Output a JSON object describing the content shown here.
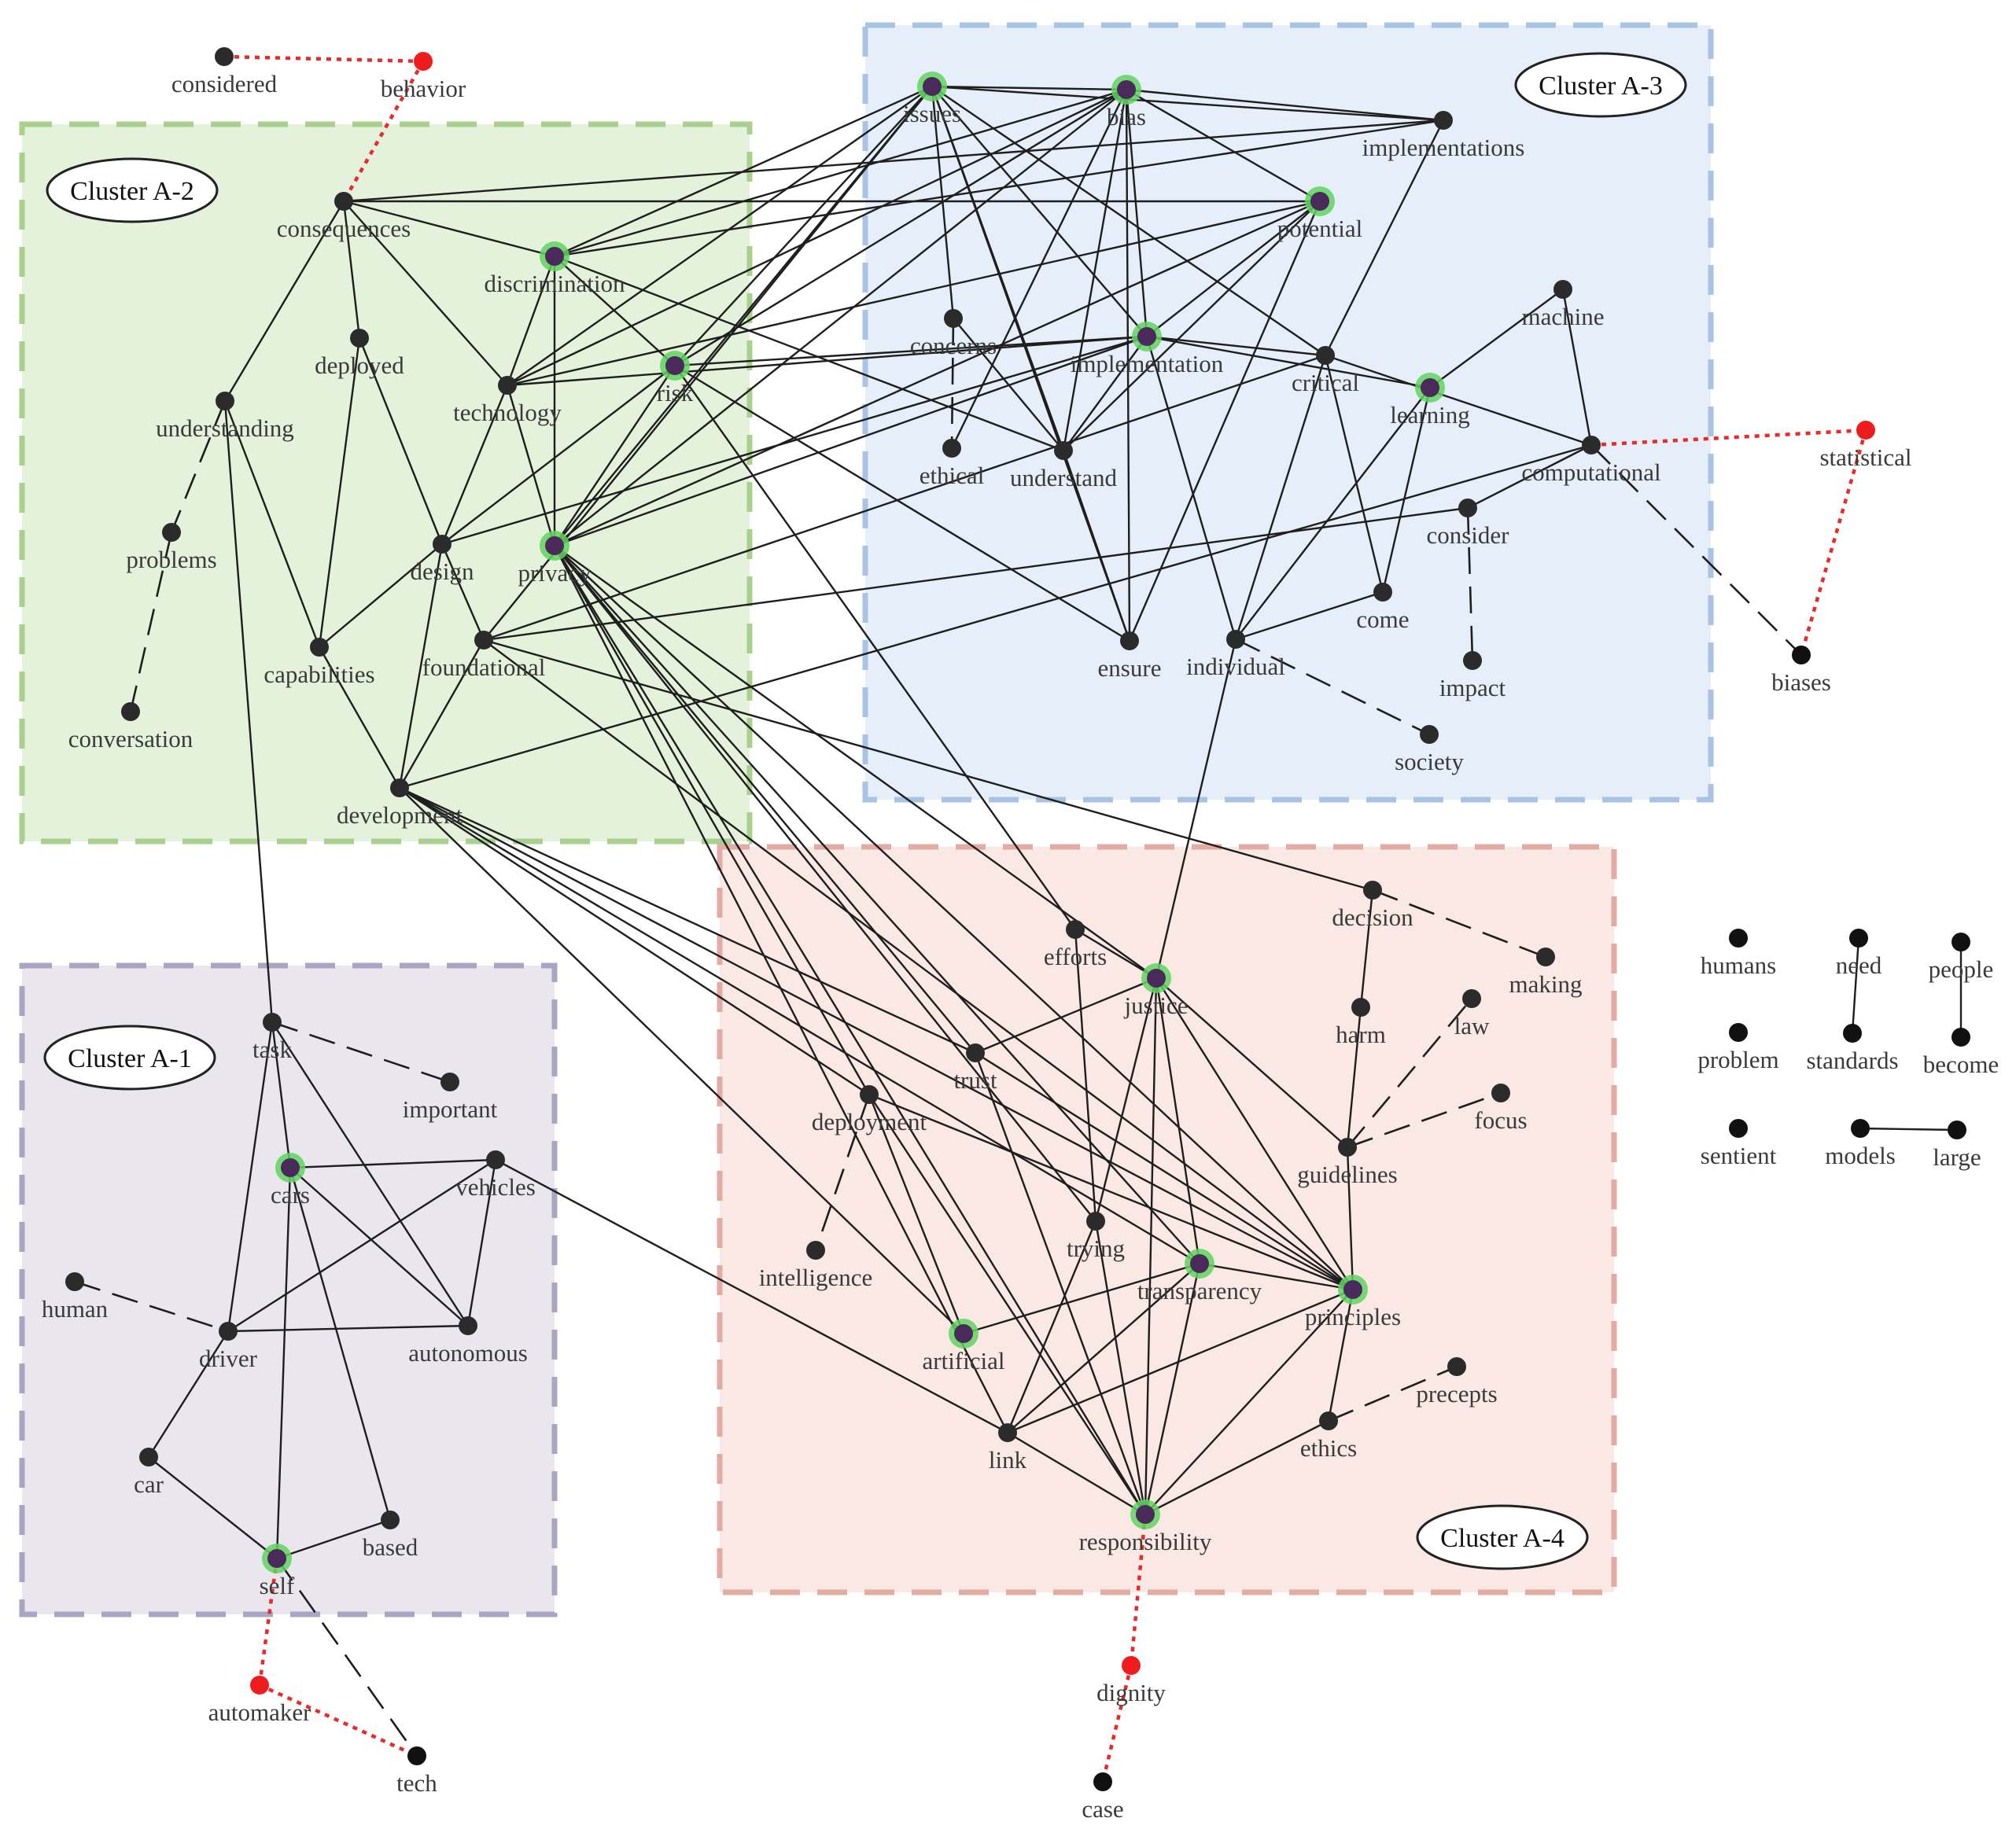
{
  "colors": {
    "cluster_a1_fill": "#e9e6ee",
    "cluster_a1_border": "#a9a6c3",
    "cluster_a2_fill": "#e4f1db",
    "cluster_a2_border": "#a9d08f",
    "cluster_a3_fill": "#e6eef9",
    "cluster_a3_border": "#a9c3e3",
    "cluster_a4_fill": "#f9e8e4",
    "cluster_a4_border": "#e2aba3",
    "node": "#2b2b2b",
    "node_external": "#111111",
    "node_red": "#ee1c1c",
    "highlight_ring": "#5fd35f",
    "highlight_core": "#4a2a5a",
    "edge": "#1e1e1e",
    "edge_red": "#e82a2a"
  },
  "clusters": [
    {
      "id": "A-1",
      "label": "Cluster A-1"
    },
    {
      "id": "A-2",
      "label": "Cluster A-2"
    },
    {
      "id": "A-3",
      "label": "Cluster A-3"
    },
    {
      "id": "A-4",
      "label": "Cluster A-4"
    }
  ],
  "nodes": [
    {
      "id": "considered",
      "label": "considered"
    },
    {
      "id": "behavior",
      "label": "behavior",
      "kind": "red"
    },
    {
      "id": "consequences",
      "label": "consequences"
    },
    {
      "id": "discrimination",
      "label": "discrimination",
      "kind": "hub"
    },
    {
      "id": "deployed",
      "label": "deployed"
    },
    {
      "id": "understanding",
      "label": "understanding"
    },
    {
      "id": "technology",
      "label": "technology"
    },
    {
      "id": "risk",
      "label": "risk",
      "kind": "hub"
    },
    {
      "id": "problems",
      "label": "problems"
    },
    {
      "id": "design",
      "label": "design"
    },
    {
      "id": "privacy",
      "label": "privacy",
      "kind": "hub"
    },
    {
      "id": "capabilities",
      "label": "capabilities"
    },
    {
      "id": "foundational",
      "label": "foundational"
    },
    {
      "id": "conversation",
      "label": "conversation"
    },
    {
      "id": "development",
      "label": "development"
    },
    {
      "id": "issues",
      "label": "issues",
      "kind": "hub"
    },
    {
      "id": "bias",
      "label": "bias",
      "kind": "hub"
    },
    {
      "id": "implementations",
      "label": "implementations"
    },
    {
      "id": "potential",
      "label": "potential",
      "kind": "hub"
    },
    {
      "id": "concerns",
      "label": "concerns"
    },
    {
      "id": "implementation",
      "label": "implementation",
      "kind": "hub"
    },
    {
      "id": "critical",
      "label": "critical"
    },
    {
      "id": "learning",
      "label": "learning",
      "kind": "hub"
    },
    {
      "id": "machine",
      "label": "machine"
    },
    {
      "id": "ethical",
      "label": "ethical"
    },
    {
      "id": "understand",
      "label": "understand"
    },
    {
      "id": "computational",
      "label": "computational"
    },
    {
      "id": "statistical",
      "label": "statistical",
      "kind": "red"
    },
    {
      "id": "consider",
      "label": "consider"
    },
    {
      "id": "come",
      "label": "come"
    },
    {
      "id": "ensure",
      "label": "ensure"
    },
    {
      "id": "individual",
      "label": "individual"
    },
    {
      "id": "impact",
      "label": "impact"
    },
    {
      "id": "biases",
      "label": "biases",
      "kind": "external"
    },
    {
      "id": "society",
      "label": "society"
    },
    {
      "id": "task",
      "label": "task"
    },
    {
      "id": "important",
      "label": "important"
    },
    {
      "id": "cars",
      "label": "cars",
      "kind": "hub"
    },
    {
      "id": "vehicles",
      "label": "vehicles"
    },
    {
      "id": "human",
      "label": "human"
    },
    {
      "id": "driver",
      "label": "driver"
    },
    {
      "id": "autonomous",
      "label": "autonomous"
    },
    {
      "id": "car",
      "label": "car"
    },
    {
      "id": "based",
      "label": "based"
    },
    {
      "id": "self",
      "label": "self",
      "kind": "hub"
    },
    {
      "id": "automaker",
      "label": "automaker",
      "kind": "red"
    },
    {
      "id": "tech",
      "label": "tech",
      "kind": "external"
    },
    {
      "id": "decision",
      "label": "decision"
    },
    {
      "id": "making",
      "label": "making"
    },
    {
      "id": "efforts",
      "label": "efforts"
    },
    {
      "id": "justice",
      "label": "justice",
      "kind": "hub"
    },
    {
      "id": "harm",
      "label": "harm"
    },
    {
      "id": "law",
      "label": "law"
    },
    {
      "id": "trust",
      "label": "trust"
    },
    {
      "id": "deployment",
      "label": "deployment"
    },
    {
      "id": "focus",
      "label": "focus"
    },
    {
      "id": "guidelines",
      "label": "guidelines"
    },
    {
      "id": "trying",
      "label": "trying"
    },
    {
      "id": "intelligence",
      "label": "intelligence"
    },
    {
      "id": "transparency",
      "label": "transparency",
      "kind": "hub"
    },
    {
      "id": "principles",
      "label": "principles",
      "kind": "hub"
    },
    {
      "id": "artificial",
      "label": "artificial",
      "kind": "hub"
    },
    {
      "id": "precepts",
      "label": "precepts"
    },
    {
      "id": "link",
      "label": "link"
    },
    {
      "id": "ethics",
      "label": "ethics"
    },
    {
      "id": "responsibility",
      "label": "responsibility",
      "kind": "hub"
    },
    {
      "id": "dignity",
      "label": "dignity",
      "kind": "red"
    },
    {
      "id": "case",
      "label": "case",
      "kind": "external"
    },
    {
      "id": "humans",
      "label": "humans",
      "kind": "external"
    },
    {
      "id": "need",
      "label": "need",
      "kind": "external"
    },
    {
      "id": "people",
      "label": "people",
      "kind": "external"
    },
    {
      "id": "problem",
      "label": "problem",
      "kind": "external"
    },
    {
      "id": "standards",
      "label": "standards",
      "kind": "external"
    },
    {
      "id": "become",
      "label": "become",
      "kind": "external"
    },
    {
      "id": "sentient",
      "label": "sentient",
      "kind": "external"
    },
    {
      "id": "models",
      "label": "models",
      "kind": "external"
    },
    {
      "id": "large",
      "label": "large",
      "kind": "external"
    }
  ],
  "edges": [
    [
      "considered",
      "behavior",
      "red"
    ],
    [
      "behavior",
      "consequences",
      "red"
    ],
    [
      "computational",
      "statistical",
      "red"
    ],
    [
      "statistical",
      "biases",
      "red"
    ],
    [
      "self",
      "automaker",
      "red"
    ],
    [
      "automaker",
      "tech",
      "red"
    ],
    [
      "responsibility",
      "dignity",
      "red"
    ],
    [
      "dignity",
      "case",
      "red"
    ],
    [
      "problems",
      "conversation",
      "dash"
    ],
    [
      "understanding",
      "problems",
      "dash"
    ],
    [
      "task",
      "important",
      "dash"
    ],
    [
      "human",
      "driver",
      "dash"
    ],
    [
      "self",
      "tech",
      "dash"
    ],
    [
      "individual",
      "society",
      "dash"
    ],
    [
      "consider",
      "impact",
      "dash"
    ],
    [
      "computational",
      "biases",
      "dash"
    ],
    [
      "decision",
      "making",
      "dash"
    ],
    [
      "guidelines",
      "law",
      "dash"
    ],
    [
      "guidelines",
      "focus",
      "dash"
    ],
    [
      "ethics",
      "precepts",
      "dash"
    ],
    [
      "deployment",
      "intelligence",
      "dash"
    ],
    [
      "concerns",
      "ethical",
      "dash"
    ],
    [
      "consequences",
      "understanding"
    ],
    [
      "consequences",
      "deployed"
    ],
    [
      "consequences",
      "discrimination"
    ],
    [
      "consequences",
      "technology"
    ],
    [
      "consequences",
      "potential"
    ],
    [
      "consequences",
      "implementations"
    ],
    [
      "deployed",
      "capabilities"
    ],
    [
      "deployed",
      "design"
    ],
    [
      "understanding",
      "capabilities"
    ],
    [
      "understanding",
      "task"
    ],
    [
      "technology",
      "discrimination"
    ],
    [
      "technology",
      "design"
    ],
    [
      "technology",
      "privacy"
    ],
    [
      "technology",
      "issues"
    ],
    [
      "technology",
      "bias"
    ],
    [
      "technology",
      "potential"
    ],
    [
      "technology",
      "implementation"
    ],
    [
      "discrimination",
      "risk"
    ],
    [
      "discrimination",
      "privacy"
    ],
    [
      "discrimination",
      "issues"
    ],
    [
      "discrimination",
      "bias"
    ],
    [
      "discrimination",
      "implementations"
    ],
    [
      "discrimination",
      "understand"
    ],
    [
      "risk",
      "privacy"
    ],
    [
      "risk",
      "design"
    ],
    [
      "risk",
      "issues"
    ],
    [
      "risk",
      "bias"
    ],
    [
      "risk",
      "implementation"
    ],
    [
      "risk",
      "ensure"
    ],
    [
      "risk",
      "efforts"
    ],
    [
      "privacy",
      "issues"
    ],
    [
      "privacy",
      "bias"
    ],
    [
      "privacy",
      "potential"
    ],
    [
      "privacy",
      "implementation"
    ],
    [
      "privacy",
      "trust"
    ],
    [
      "privacy",
      "justice"
    ],
    [
      "privacy",
      "principles"
    ],
    [
      "privacy",
      "transparency"
    ],
    [
      "privacy",
      "responsibility"
    ],
    [
      "privacy",
      "link"
    ],
    [
      "privacy",
      "deployment"
    ],
    [
      "privacy",
      "trying"
    ],
    [
      "design",
      "capabilities"
    ],
    [
      "design",
      "foundational"
    ],
    [
      "design",
      "development"
    ],
    [
      "design",
      "implementation"
    ],
    [
      "foundational",
      "development"
    ],
    [
      "foundational",
      "critical"
    ],
    [
      "foundational",
      "consider"
    ],
    [
      "foundational",
      "decision"
    ],
    [
      "foundational",
      "principles"
    ],
    [
      "foundational",
      "issues"
    ],
    [
      "capabilities",
      "development"
    ],
    [
      "development",
      "computational"
    ],
    [
      "development",
      "deployment"
    ],
    [
      "development",
      "trust"
    ],
    [
      "development",
      "transparency"
    ],
    [
      "development",
      "principles"
    ],
    [
      "development",
      "artificial"
    ],
    [
      "issues",
      "bias"
    ],
    [
      "issues",
      "implementations"
    ],
    [
      "issues",
      "concerns"
    ],
    [
      "issues",
      "understand"
    ],
    [
      "issues",
      "ensure"
    ],
    [
      "issues",
      "critical"
    ],
    [
      "issues",
      "implementation"
    ],
    [
      "bias",
      "implementations"
    ],
    [
      "bias",
      "potential"
    ],
    [
      "bias",
      "understand"
    ],
    [
      "bias",
      "implementation"
    ],
    [
      "bias",
      "ensure"
    ],
    [
      "bias",
      "ethical"
    ],
    [
      "implementations",
      "critical"
    ],
    [
      "potential",
      "ensure"
    ],
    [
      "potential",
      "understand"
    ],
    [
      "potential",
      "implementation"
    ],
    [
      "implementation",
      "critical"
    ],
    [
      "implementation",
      "understand"
    ],
    [
      "implementation",
      "individual"
    ],
    [
      "implementation",
      "learning"
    ],
    [
      "critical",
      "computational"
    ],
    [
      "critical",
      "come"
    ],
    [
      "critical",
      "individual"
    ],
    [
      "learning",
      "individual"
    ],
    [
      "learning",
      "come"
    ],
    [
      "learning",
      "machine"
    ],
    [
      "machine",
      "computational"
    ],
    [
      "computational",
      "consider"
    ],
    [
      "individual",
      "come"
    ],
    [
      "individual",
      "justice"
    ],
    [
      "understand",
      "ensure"
    ],
    [
      "concerns",
      "understand"
    ],
    [
      "task",
      "cars"
    ],
    [
      "task",
      "driver"
    ],
    [
      "task",
      "autonomous"
    ],
    [
      "cars",
      "vehicles"
    ],
    [
      "cars",
      "autonomous"
    ],
    [
      "cars",
      "based"
    ],
    [
      "cars",
      "self"
    ],
    [
      "vehicles",
      "driver"
    ],
    [
      "vehicles",
      "autonomous"
    ],
    [
      "vehicles",
      "link"
    ],
    [
      "driver",
      "autonomous"
    ],
    [
      "driver",
      "car"
    ],
    [
      "car",
      "self"
    ],
    [
      "self",
      "based"
    ],
    [
      "decision",
      "harm"
    ],
    [
      "harm",
      "guidelines"
    ],
    [
      "guidelines",
      "principles"
    ],
    [
      "efforts",
      "trying"
    ],
    [
      "efforts",
      "justice"
    ],
    [
      "justice",
      "trust"
    ],
    [
      "justice",
      "guidelines"
    ],
    [
      "justice",
      "transparency"
    ],
    [
      "justice",
      "principles"
    ],
    [
      "justice",
      "responsibility"
    ],
    [
      "justice",
      "trying"
    ],
    [
      "trust",
      "principles"
    ],
    [
      "trust",
      "responsibility"
    ],
    [
      "deployment",
      "artificial"
    ],
    [
      "deployment",
      "responsibility"
    ],
    [
      "deployment",
      "principles"
    ],
    [
      "trying",
      "link"
    ],
    [
      "trying",
      "responsibility"
    ],
    [
      "transparency",
      "artificial"
    ],
    [
      "transparency",
      "principles"
    ],
    [
      "transparency",
      "responsibility"
    ],
    [
      "transparency",
      "link"
    ],
    [
      "principles",
      "responsibility"
    ],
    [
      "principles",
      "ethics"
    ],
    [
      "principles",
      "link"
    ],
    [
      "link",
      "responsibility"
    ],
    [
      "ethics",
      "responsibility"
    ],
    [
      "need",
      "standards"
    ],
    [
      "people",
      "become"
    ],
    [
      "models",
      "large"
    ]
  ]
}
